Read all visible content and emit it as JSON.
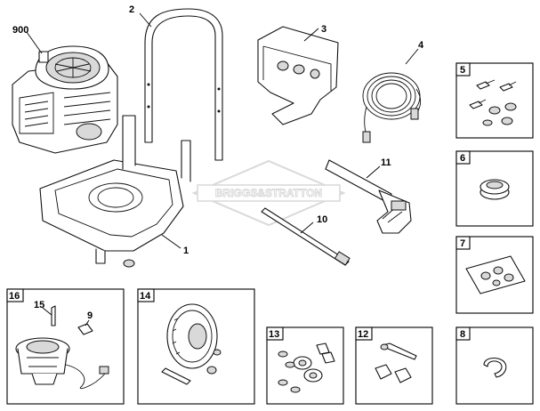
{
  "watermark": "BRIGGS&STRATTON",
  "callouts": {
    "engine": "900",
    "handle": "2",
    "bracket": "3",
    "hose": "4",
    "frame": "1",
    "wand": "10",
    "gun": "11"
  },
  "boxes": {
    "b5": "5",
    "b6": "6",
    "b7": "7",
    "b8": "8",
    "b12": "12",
    "b13": "13",
    "b14": "14",
    "b16": "16"
  },
  "box16_callouts": {
    "c15": "15",
    "c9": "9"
  }
}
